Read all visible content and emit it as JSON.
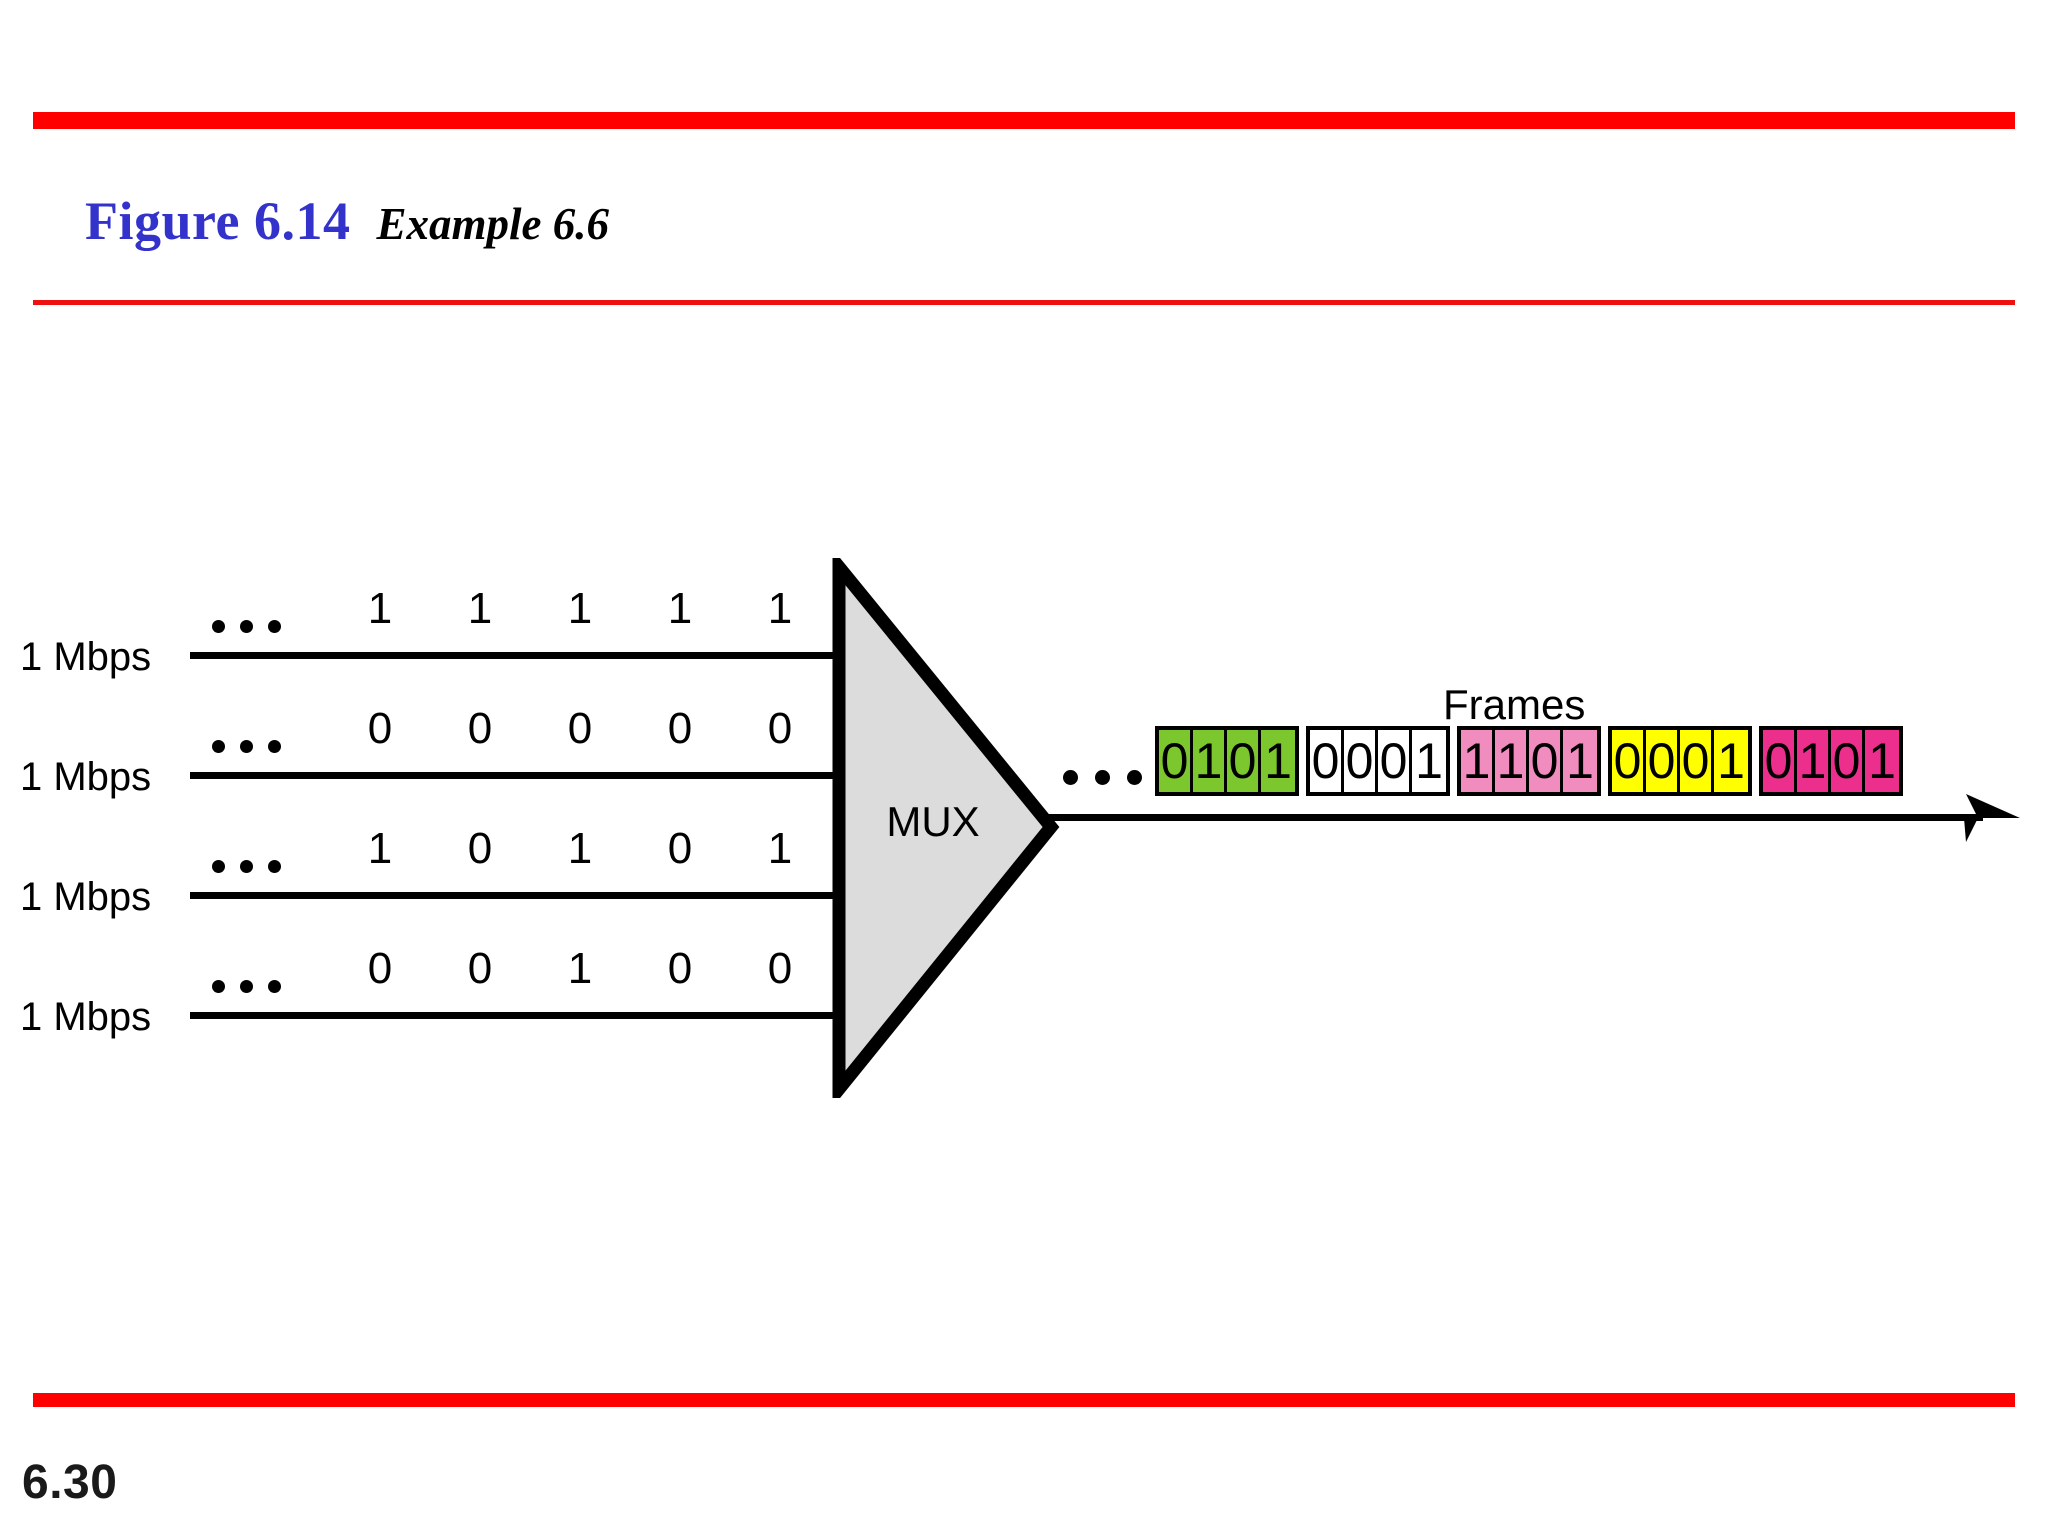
{
  "slide": {
    "title_prefix": "Figure 6.14",
    "title_main": "Example 6.6",
    "page_number": "6.30",
    "accent_color": "#FF0000",
    "title_color": "#3333CC"
  },
  "diagram": {
    "mux_label": "MUX",
    "frames_label": "Frames",
    "ellipsis": "...",
    "inputs": [
      {
        "rate": "1 Mbps",
        "bits": [
          "1",
          "1",
          "1",
          "1",
          "1"
        ]
      },
      {
        "rate": "1 Mbps",
        "bits": [
          "0",
          "0",
          "0",
          "0",
          "0"
        ]
      },
      {
        "rate": "1 Mbps",
        "bits": [
          "1",
          "0",
          "1",
          "0",
          "1"
        ]
      },
      {
        "rate": "1 Mbps",
        "bits": [
          "0",
          "0",
          "1",
          "0",
          "0"
        ]
      }
    ],
    "frames": [
      {
        "bits": [
          "0",
          "1",
          "0",
          "1"
        ],
        "color": "#7CC62E"
      },
      {
        "bits": [
          "0",
          "0",
          "0",
          "1"
        ],
        "color": "#FFFFFF"
      },
      {
        "bits": [
          "1",
          "1",
          "0",
          "1"
        ],
        "color": "#F08CBE"
      },
      {
        "bits": [
          "0",
          "0",
          "0",
          "1"
        ],
        "color": "#FFFF00"
      },
      {
        "bits": [
          "0",
          "1",
          "0",
          "1"
        ],
        "color": "#EC2F8C"
      }
    ],
    "mux_fill": "#DCDCDC",
    "line_color": "#000000"
  }
}
